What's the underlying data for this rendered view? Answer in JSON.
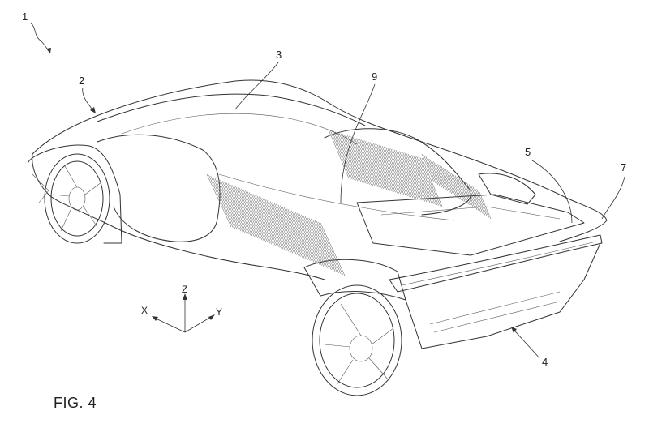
{
  "figure": {
    "caption": "FIG. 4",
    "reference_numerals": [
      "1",
      "2",
      "3",
      "9",
      "5",
      "7",
      "4"
    ],
    "axes": {
      "x": "X",
      "y": "Y",
      "z": "Z"
    }
  }
}
